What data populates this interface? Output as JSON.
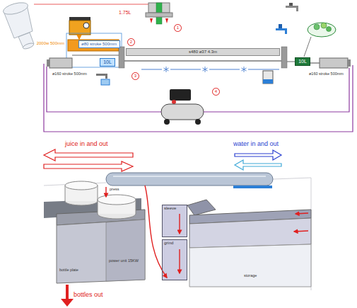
{
  "diagram": {
    "nodes": [
      {
        "text": [
          "ø80 stroke 500mm"
        ]
      },
      {
        "text": [
          "10L"
        ]
      },
      {
        "text": [
          "s480 ø37 4.3m"
        ]
      },
      {
        "text": [
          "10L"
        ]
      },
      {
        "text": [
          "sleeve"
        ]
      },
      {
        "text": [
          "grind"
        ]
      }
    ],
    "labels": [
      "1.75L",
      "2000w 500mm",
      "ø160 stroke 500mm",
      "ø160 stroke 500mm",
      "juice in and out",
      "water in and out",
      "press",
      "power unit 15KW",
      "bottle plate",
      "storage",
      "bottles out",
      "1",
      "2",
      "3",
      "4"
    ]
  }
}
